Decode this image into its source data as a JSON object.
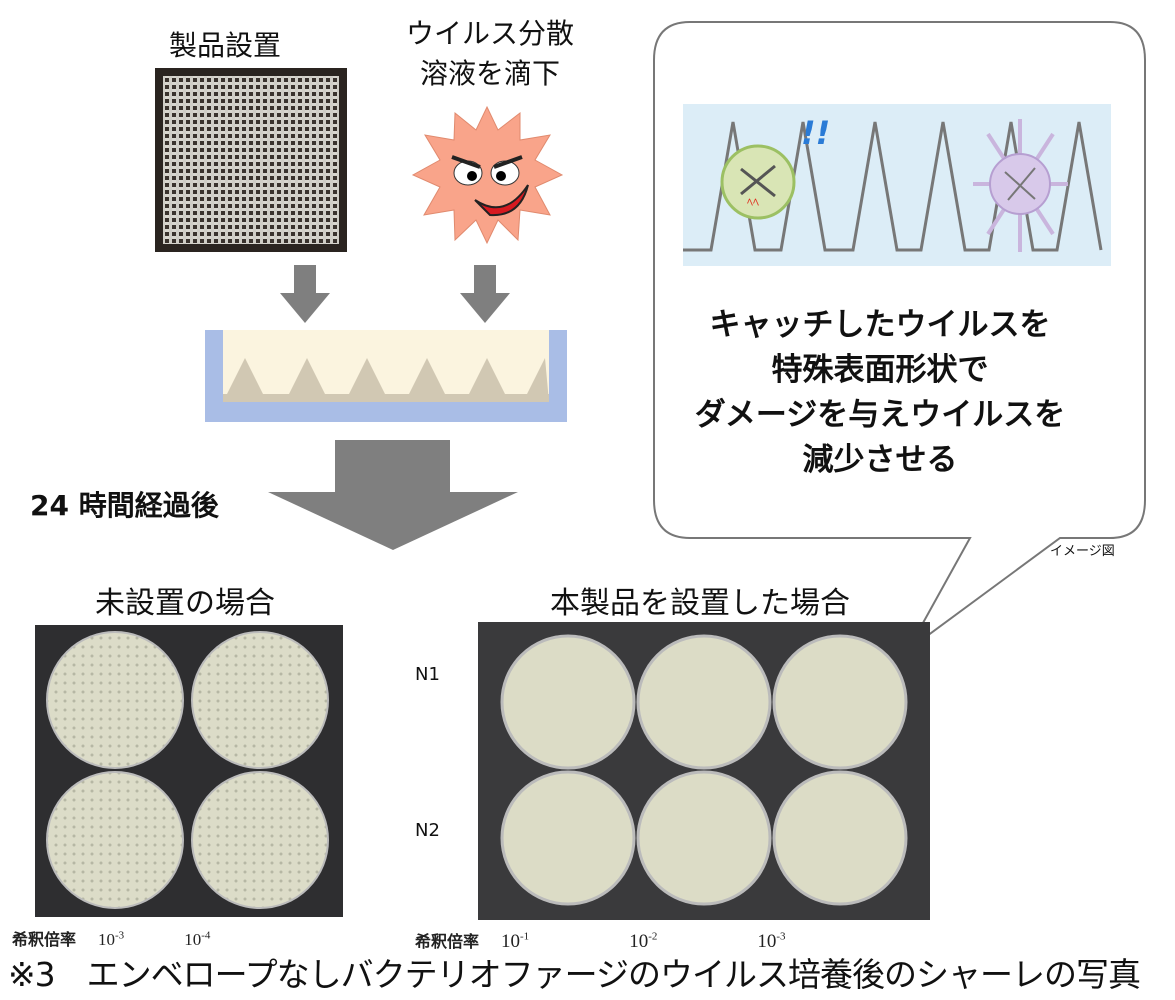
{
  "step1": {
    "label": "製品設置"
  },
  "step2": {
    "label_line1": "ウイルス分散",
    "label_line2": "溶液を滴下"
  },
  "elapsed": {
    "label": "24 時間経過後"
  },
  "bubble": {
    "lines": [
      "キャッチしたウイルスを",
      "特殊表面形状で",
      "ダメージを与えウイルスを",
      "減少させる"
    ],
    "caption": "イメージ図"
  },
  "left_panel": {
    "title": "未設置の場合",
    "dilution_label": "希釈倍率",
    "dilutions": [
      {
        "base": "10",
        "exp": "-3"
      },
      {
        "base": "10",
        "exp": "-4"
      }
    ]
  },
  "right_panel": {
    "title": "本製品を設置した場合",
    "rows": [
      "N1",
      "N2"
    ],
    "dilution_label": "希釈倍率",
    "dilutions": [
      {
        "base": "10",
        "exp": "-1"
      },
      {
        "base": "10",
        "exp": "-2"
      },
      {
        "base": "10",
        "exp": "-3"
      }
    ]
  },
  "footer": {
    "note": "※3　エンベロープなしバクテリオファージのウイルス培養後のシャーレの写真"
  },
  "colors": {
    "arrow": "#7f7f7f",
    "container_wall": "#a9bde6",
    "container_fill": "#fbf4df",
    "virus": "#f9a48a",
    "illustration_bg": "#dcedf7"
  }
}
